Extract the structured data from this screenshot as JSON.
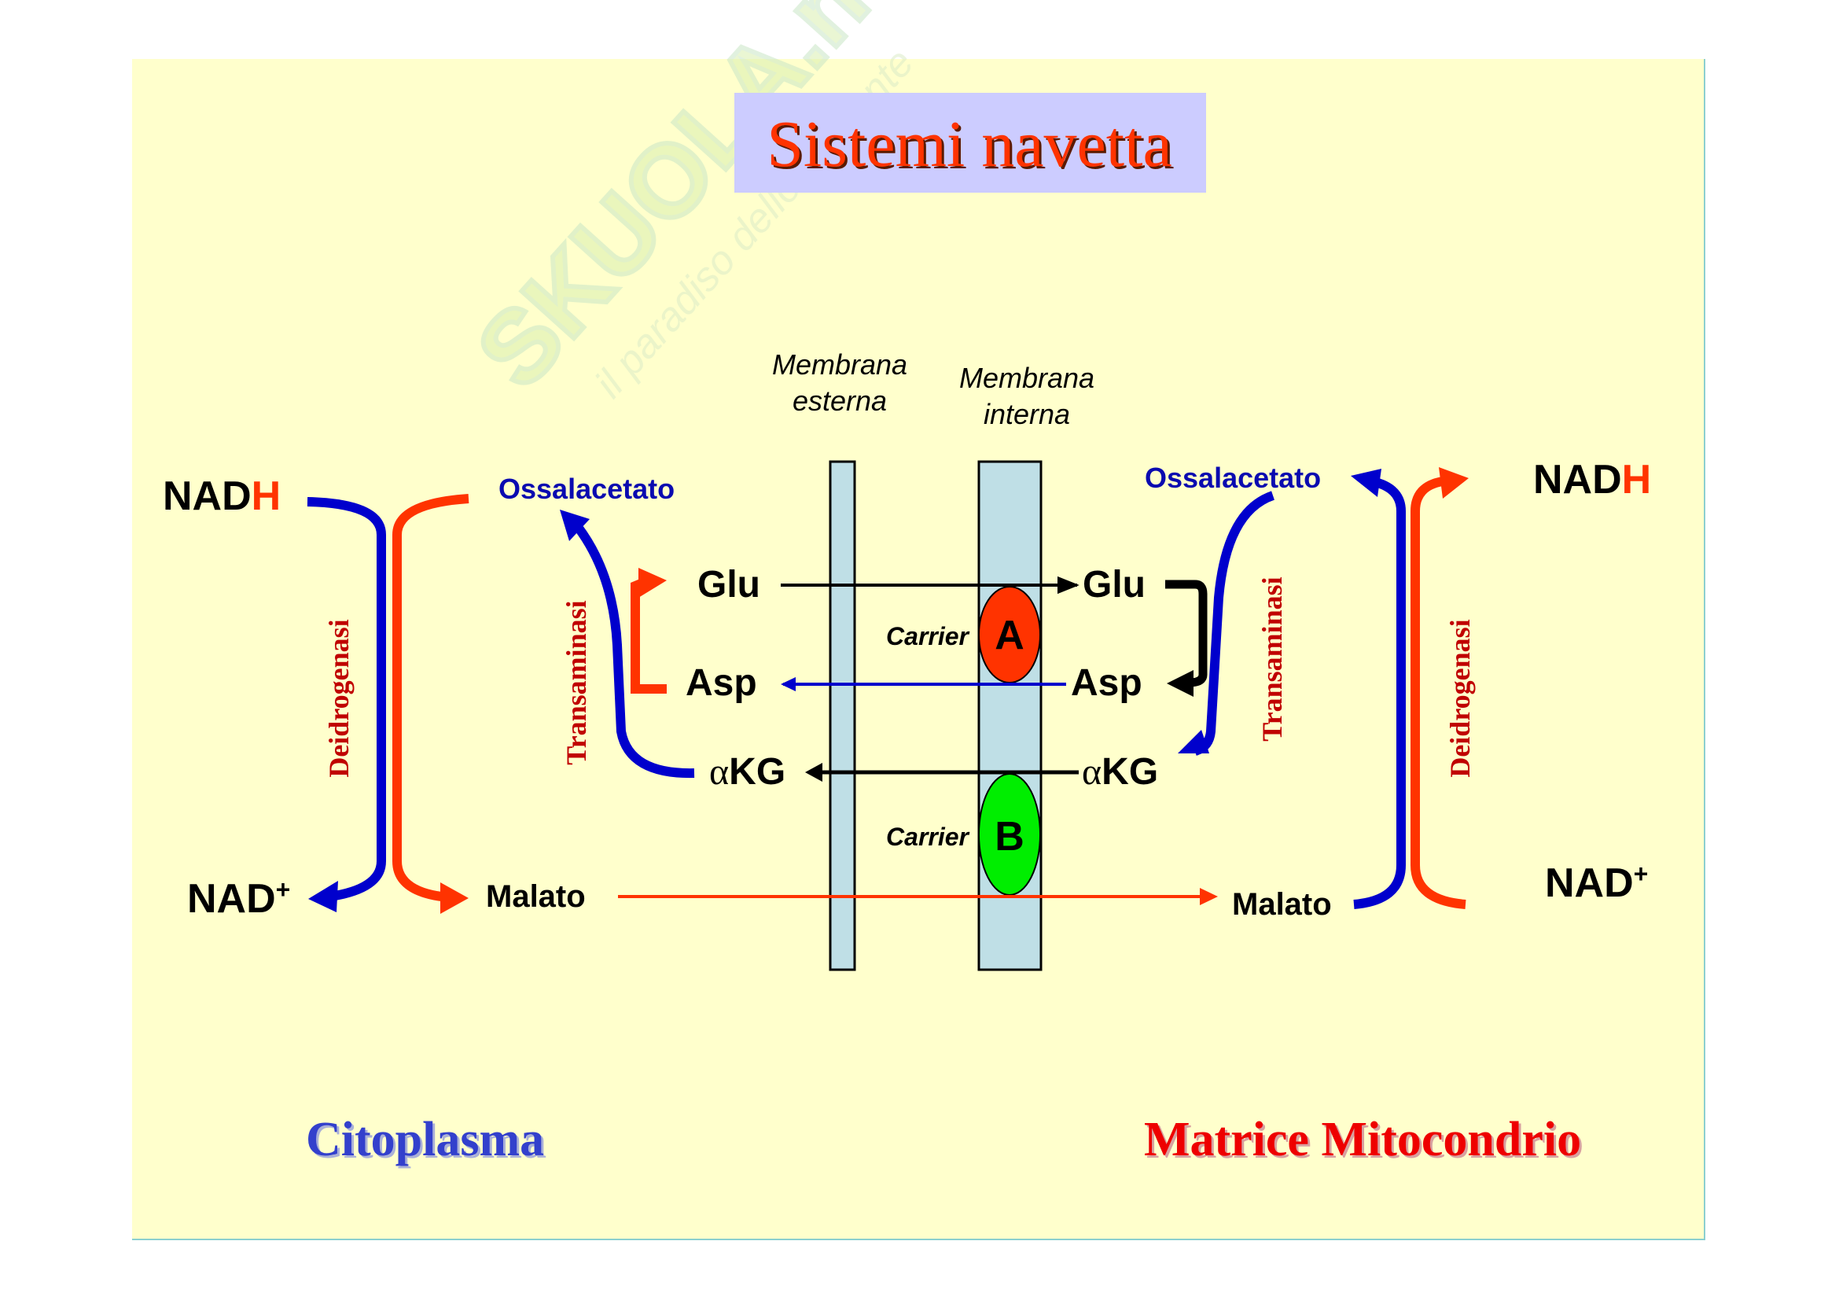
{
  "title": "Sistemi navetta",
  "colors": {
    "background": "#ffffcc",
    "title_box": "#ccccff",
    "title_text": "#ff3300",
    "blue": "#0000cc",
    "orange": "#ff3300",
    "enzyme_label": "#c00000",
    "membrane_fill": "#bfdfe6",
    "carrier_a": "#ff3300",
    "carrier_b": "#00ee00",
    "compartment_left": "#3340cc",
    "compartment_right": "#ee0000"
  },
  "watermark": {
    "brand": "SKUOLA.net",
    "tagline": "il paradiso dello studente"
  },
  "membranes": {
    "outer_label_line1": "Membrana",
    "outer_label_line2": "esterna",
    "inner_label_line1": "Membrana",
    "inner_label_line2": "interna"
  },
  "carriers": [
    {
      "label": "Carrier",
      "id": "A"
    },
    {
      "label": "Carrier",
      "id": "B"
    }
  ],
  "left": {
    "nadh_base": "NAD",
    "nadh_h": "H",
    "nad_plus_base": "NAD",
    "nad_plus_sup": "+",
    "ossalacetato": "Ossalacetato",
    "malato": "Malato",
    "glu": "Glu",
    "asp": "Asp",
    "akg_alpha": "α",
    "akg": "KG",
    "enzyme_dehydrogenase": "Deidrogenasi",
    "enzyme_transaminase": "Transaminasi",
    "compartment": "Citoplasma"
  },
  "right": {
    "nadh_base": "NAD",
    "nadh_h": "H",
    "nad_plus_base": "NAD",
    "nad_plus_sup": "+",
    "ossalacetato": "Ossalacetato",
    "malato": "Malato",
    "glu": "Glu",
    "asp": "Asp",
    "akg_alpha": "α",
    "akg": "KG",
    "enzyme_dehydrogenase": "Deidrogenasi",
    "enzyme_transaminase": "Transaminasi",
    "compartment": "Matrice Mitocondrio"
  },
  "transports": [
    {
      "metabolite": "Glu",
      "direction": "cytoplasm-to-matrix",
      "carrier": "A"
    },
    {
      "metabolite": "Asp",
      "direction": "matrix-to-cytoplasm",
      "carrier": "A"
    },
    {
      "metabolite": "αKG",
      "direction": "matrix-to-cytoplasm",
      "carrier": "B"
    },
    {
      "metabolite": "Malato",
      "direction": "cytoplasm-to-matrix",
      "carrier": "B"
    }
  ]
}
